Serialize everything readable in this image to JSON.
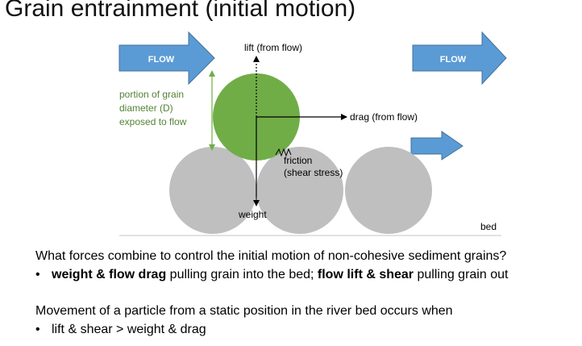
{
  "title": "Grain entrainment (initial motion)",
  "diagram": {
    "flow_left_label": "FLOW",
    "flow_right_label": "FLOW",
    "lift_label": "lift (from flow)",
    "drag_label": "drag (from flow)",
    "friction_label_1": "friction",
    "friction_label_2": "(shear stress)",
    "weight_label": "weight",
    "bed_label": "bed",
    "exposed_label_1": "portion of grain",
    "exposed_label_2": "diameter (D)",
    "exposed_label_3": "exposed to flow",
    "colors": {
      "arrow_fill": "#5b9bd5",
      "grain_green": "#70ad47",
      "grain_gray": "#bfbfbf",
      "exposed_text": "#548235"
    }
  },
  "text": {
    "question": "What forces combine to control the initial motion of non-cohesive sediment grains?",
    "bullet1_bold_a": "weight & flow drag",
    "bullet1_text_a": " pulling grain into the bed; ",
    "bullet1_bold_b": "flow lift & shear",
    "bullet1_text_b": " pulling grain out",
    "para2": "Movement of a particle from a static position in the river bed occurs when",
    "bullet2": "lift & shear > weight & drag",
    "bullet_char": "•"
  }
}
